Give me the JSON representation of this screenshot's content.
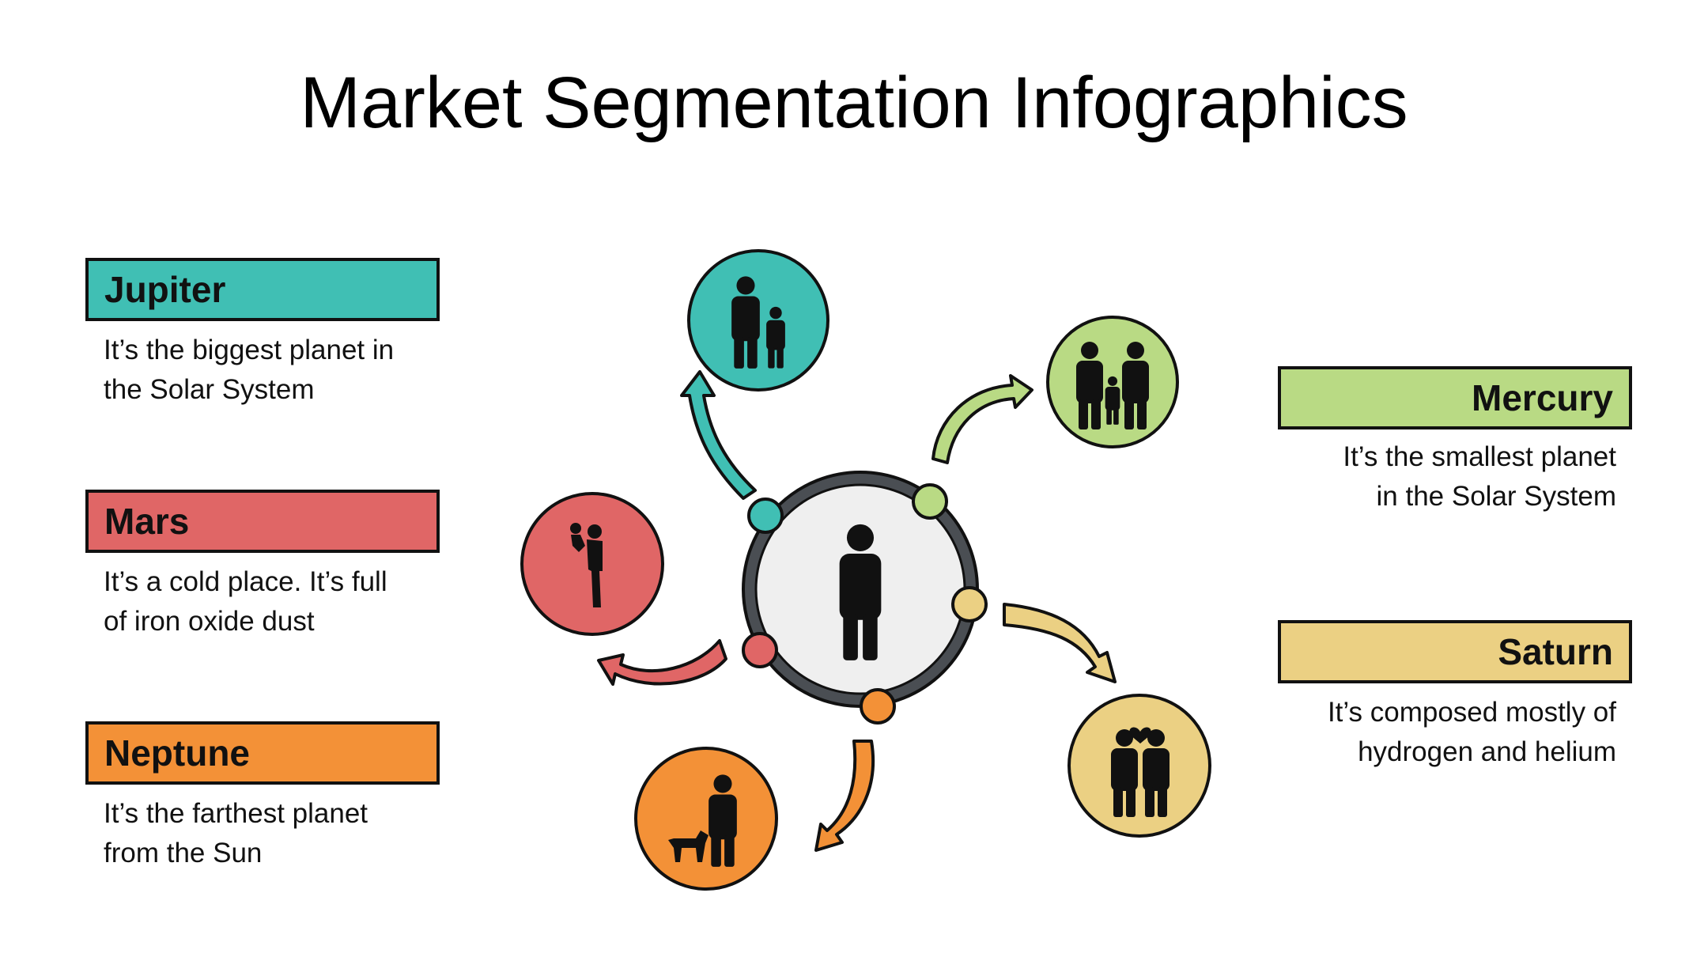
{
  "title": "Market Segmentation Infographics",
  "colors": {
    "jupiter": "#40bfb4",
    "mars": "#e06666",
    "neptune": "#f39137",
    "mercury": "#b9da84",
    "saturn": "#ebd083",
    "center": "#efefef",
    "ring": "#4a4e53",
    "outline": "#111111"
  },
  "segments": [
    {
      "key": "jupiter",
      "name": "Jupiter",
      "desc_line1": "It’s the biggest planet in",
      "desc_line2": "the Solar System",
      "icon": "parent-child-icon"
    },
    {
      "key": "mars",
      "name": "Mars",
      "desc_line1": "It’s a cold place. It’s full",
      "desc_line2": "of iron oxide dust",
      "icon": "parent-holding-baby-icon"
    },
    {
      "key": "neptune",
      "name": "Neptune",
      "desc_line1": "It’s the farthest planet",
      "desc_line2": "from the Sun",
      "icon": "person-with-dog-icon"
    },
    {
      "key": "mercury",
      "name": "Mercury",
      "desc_line1": "It’s the smallest planet",
      "desc_line2": "in the Solar System",
      "icon": "family-icon"
    },
    {
      "key": "saturn",
      "name": "Saturn",
      "desc_line1": "It’s composed mostly of",
      "desc_line2": "hydrogen and helium",
      "icon": "couple-heart-icon"
    }
  ],
  "center_icon": "person-icon"
}
